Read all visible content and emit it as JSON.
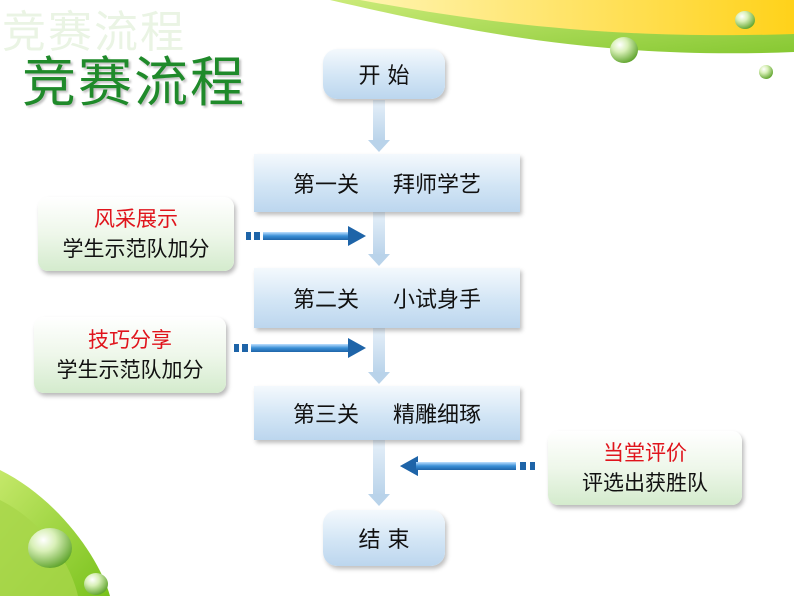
{
  "watermark": "竞赛流程",
  "title": "竞赛流程",
  "flow": {
    "start": "开 始",
    "stage1": {
      "label": "第一关",
      "name": "拜师学艺"
    },
    "stage2": {
      "label": "第二关",
      "name": "小试身手"
    },
    "stage3": {
      "label": "第三关",
      "name": "精雕细琢"
    },
    "end": "结 束"
  },
  "side_boxes": {
    "box1": {
      "heading": "风采展示",
      "text": "学生示范队加分"
    },
    "box2": {
      "heading": "技巧分享",
      "text": "学生示范队加分"
    },
    "box3": {
      "heading": "当堂评价",
      "text": "评选出获胜队"
    }
  },
  "colors": {
    "title": "#1f8a2a",
    "side_heading": "#e0141c",
    "node": "#cfe3f4",
    "connector": "#c5dbee",
    "side_arrow": "#3a8fd6"
  }
}
